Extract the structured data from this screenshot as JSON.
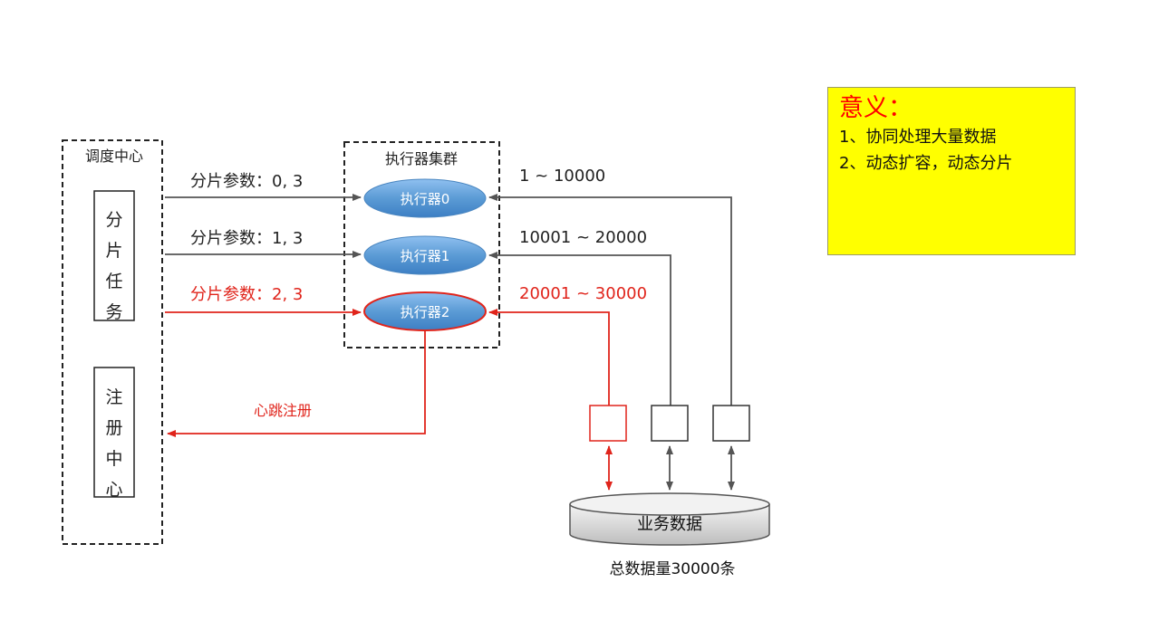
{
  "scheduler": {
    "title": "调度中心",
    "shard_task_label": "分片任务",
    "registry_label": "注册中心"
  },
  "cluster": {
    "title": "执行器集群",
    "executors": [
      "执行器0",
      "执行器1",
      "执行器2"
    ]
  },
  "params": [
    "分片参数：0, 3",
    "分片参数：1, 3",
    "分片参数：2, 3"
  ],
  "ranges": [
    "1 ~ 10000",
    "10001 ~ 20000",
    "20001 ~ 30000"
  ],
  "heartbeat_label": "心跳注册",
  "database": {
    "label": "业务数据",
    "caption": "总数据量30000条"
  },
  "note": {
    "title": "意义：",
    "lines": [
      "1、协同处理大量数据",
      "2、动态扩容，动态分片"
    ]
  },
  "colors": {
    "highlight": "#e0241b",
    "line": "#555555",
    "ellipse": "#5b9bd5",
    "note_bg": "#ffff00"
  }
}
